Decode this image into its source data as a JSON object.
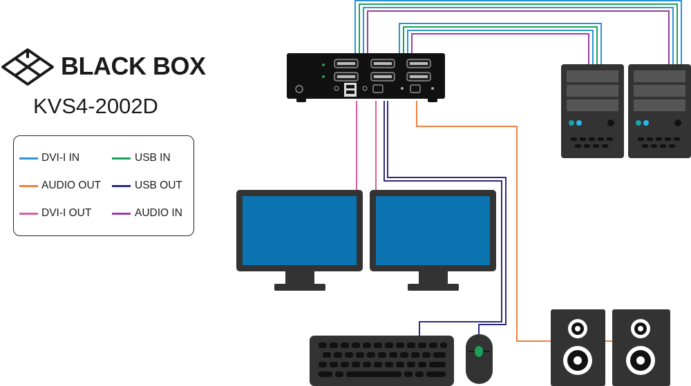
{
  "brand": {
    "name": "BLACK BOX",
    "model": "KVS4-2002D"
  },
  "legend": [
    {
      "label": "DVI-I IN",
      "color": "#2a93d5"
    },
    {
      "label": "USB IN",
      "color": "#1aa05a"
    },
    {
      "label": "AUDIO OUT",
      "color": "#f07f3c"
    },
    {
      "label": "USB OUT",
      "color": "#2c2a7c"
    },
    {
      "label": "DVI-I OUT",
      "color": "#e05a9c"
    },
    {
      "label": "AUDIO IN",
      "color": "#9b3aa6"
    }
  ]
}
